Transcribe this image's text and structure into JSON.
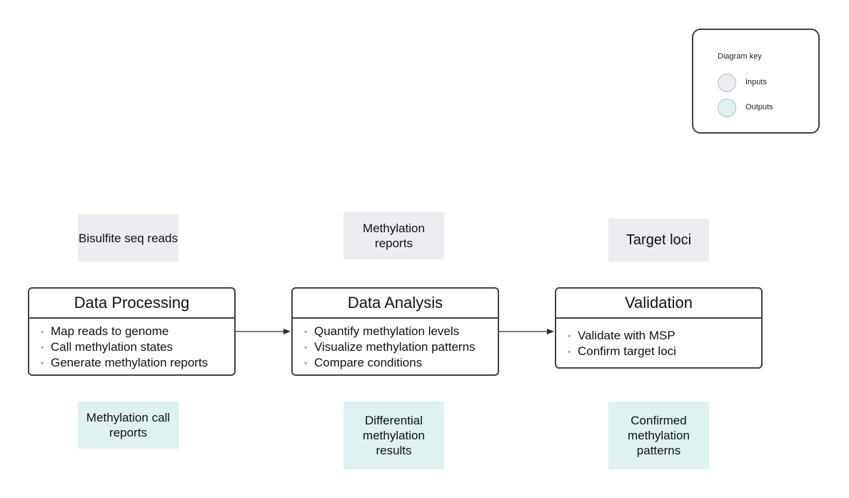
{
  "legend": {
    "title": "Diagram key",
    "items": [
      {
        "label": "Inputs",
        "color": "#ebedf0"
      },
      {
        "label": "Outputs",
        "color": "#dff1f1"
      }
    ]
  },
  "stages": [
    {
      "input": "Bisulfite seq reads",
      "title": "Data Processing",
      "steps": [
        "Map reads to genome",
        "Call methylation states",
        "Generate methylation reports"
      ],
      "output": "Methylation call reports"
    },
    {
      "input": "Methylation reports",
      "title": "Data Analysis",
      "steps": [
        "Quantify methylation levels",
        "Visualize methylation patterns",
        "Compare conditions"
      ],
      "output": "Differential methylation results"
    },
    {
      "input": "Target loci",
      "title": "Validation",
      "steps": [
        "Validate with MSP",
        "Confirm target loci"
      ],
      "output": "Confirmed methylation patterns"
    }
  ],
  "bullet_glyph": "◦"
}
